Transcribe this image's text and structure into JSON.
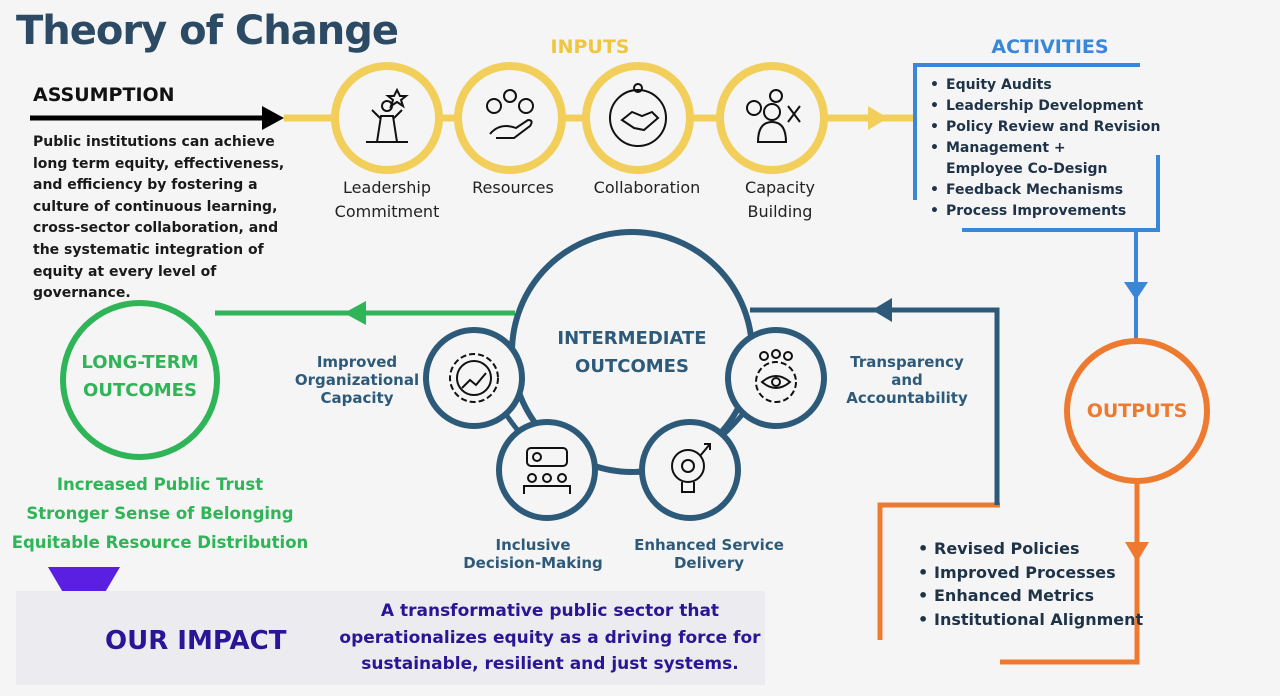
{
  "title": "Theory of Change",
  "assumption": {
    "heading": "ASSUMPTION",
    "text": "Public institutions can achieve long term equity, effectiveness, and efficiency by fostering a culture of continuous learning, cross-sector collaboration, and the systematic integration of equity at every level of governance."
  },
  "inputs": {
    "heading": "INPUTS",
    "items": [
      {
        "label": "Leadership Commitment",
        "icon": "leadership-icon"
      },
      {
        "label": "Resources",
        "icon": "resources-icon"
      },
      {
        "label": "Collaboration",
        "icon": "handshake-icon"
      },
      {
        "label": "Capacity Building",
        "icon": "capacity-icon"
      }
    ]
  },
  "activities": {
    "heading": "ACTIVITIES",
    "items": [
      "Equity Audits",
      "Leadership Development",
      "Policy Review and Revision",
      "Management + Employee Co-Design",
      "Feedback Mechanisms",
      "Process Improvements"
    ]
  },
  "outputs": {
    "heading": "OUTPUTS",
    "items": [
      "Revised Policies",
      "Improved Processes",
      "Enhanced Metrics",
      "Institutional Alignment"
    ]
  },
  "intermediate": {
    "heading": "INTERMEDIATE OUTCOMES",
    "items": [
      "Improved Organizational Capacity",
      "Transparency and Accountability",
      "Inclusive Decision-Making",
      "Enhanced Service Delivery"
    ]
  },
  "long_term": {
    "heading": "LONG-TERM OUTCOMES",
    "items": [
      "Increased Public Trust",
      "Stronger Sense of Belonging",
      "Equitable Resource Distribution"
    ]
  },
  "impact": {
    "heading": "OUR IMPACT",
    "statement": "A transformative public sector that operationalizes equity as a driving force for sustainable, resilient and just systems."
  },
  "colors": {
    "inputs": "#f0c640",
    "activities": "#3a86d9",
    "outputs": "#ee7a30",
    "intermediate": "#2e5a7a",
    "long_term": "#2fb457",
    "impact": "#2a1596"
  }
}
